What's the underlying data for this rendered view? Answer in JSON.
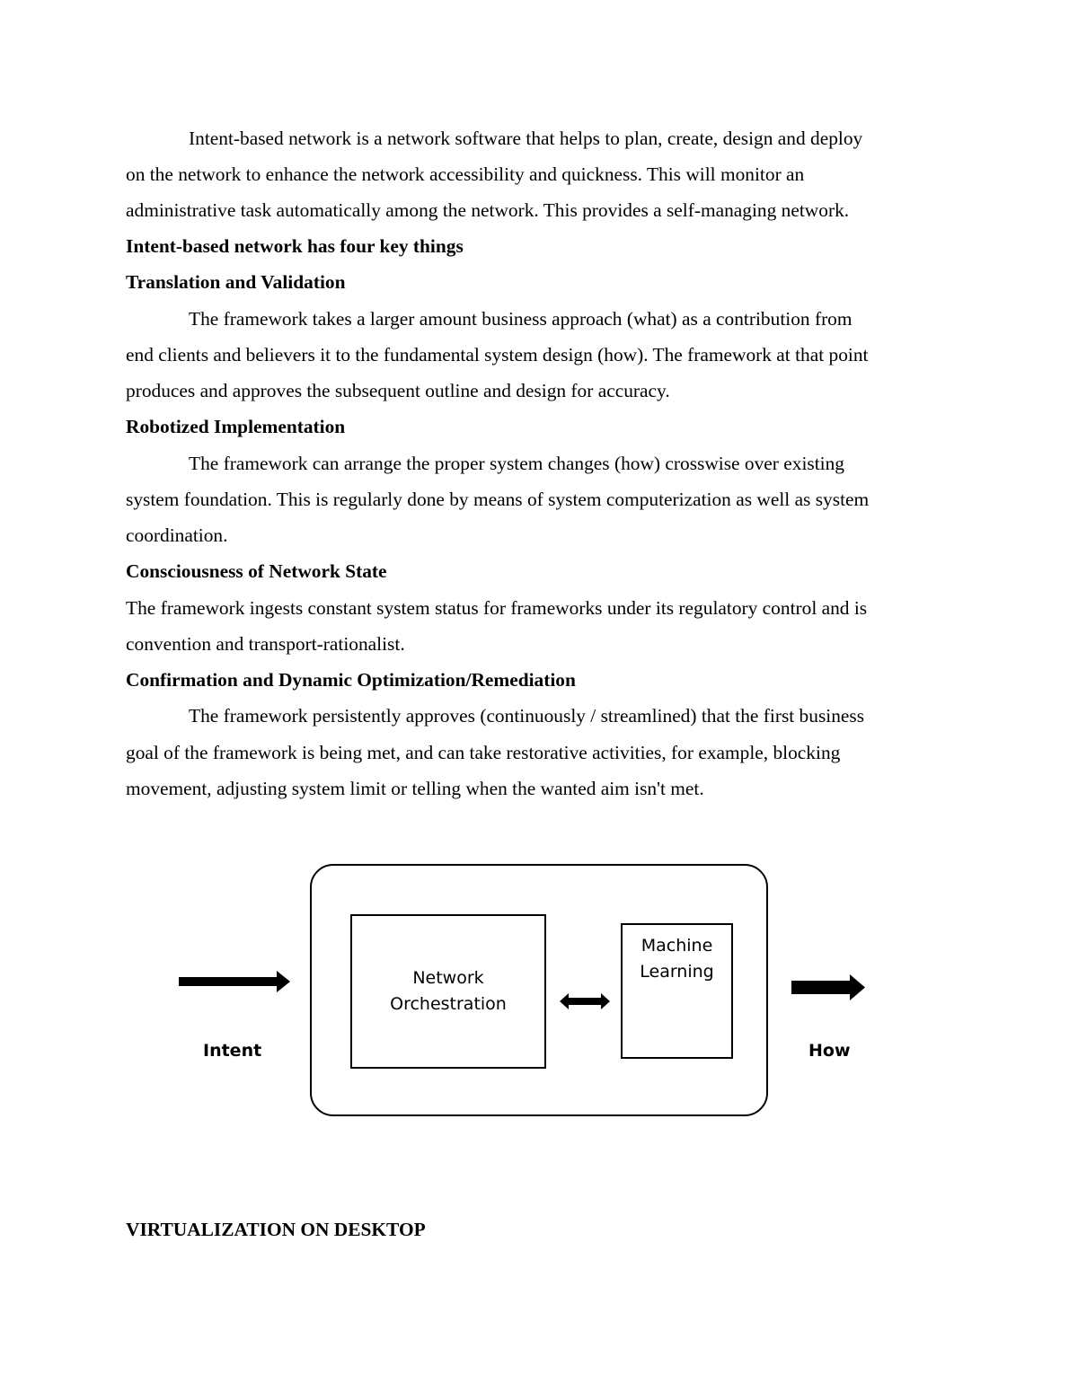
{
  "paragraphs": {
    "intro": [
      "Intent-based network is a network software that helps to plan, create, design and deploy",
      "on the network to enhance the network accessibility and quickness. This will monitor an",
      "administrative task automatically among the network. This provides a self-managing network."
    ],
    "heading_four_things": "Intent-based network has four key things",
    "heading_translation": "Translation and Validation",
    "translation": [
      "The framework takes a larger amount business approach (what) as a contribution from",
      "end clients and believers it to the fundamental system design (how). The framework at that point",
      "produces and approves the subsequent outline and design for accuracy."
    ],
    "heading_robotized": "Robotized Implementation",
    "robotized": [
      "The framework can arrange the proper system changes (how) crosswise over existing",
      "system foundation. This is regularly done by means of system computerization as well as system",
      "coordination."
    ],
    "heading_consciousness": "Consciousness of Network State",
    "consciousness": [
      "The framework ingests constant system status for frameworks under its regulatory control and is",
      "convention and transport-rationalist."
    ],
    "heading_confirmation": "Confirmation and Dynamic Optimization/Remediation",
    "confirmation": [
      "The framework persistently approves (continuously / streamlined) that the first business",
      "goal of the framework is being met, and can take restorative activities, for example, blocking",
      "movement, adjusting system limit or telling when the wanted aim isn't met."
    ]
  },
  "diagram": {
    "network_orchestration": [
      "Network",
      "Orchestration"
    ],
    "machine_learning": [
      "Machine",
      "Learning"
    ],
    "intent_label": "Intent",
    "how_label": "How"
  },
  "section_heading": "VIRTUALIZATION ON DESKTOP"
}
